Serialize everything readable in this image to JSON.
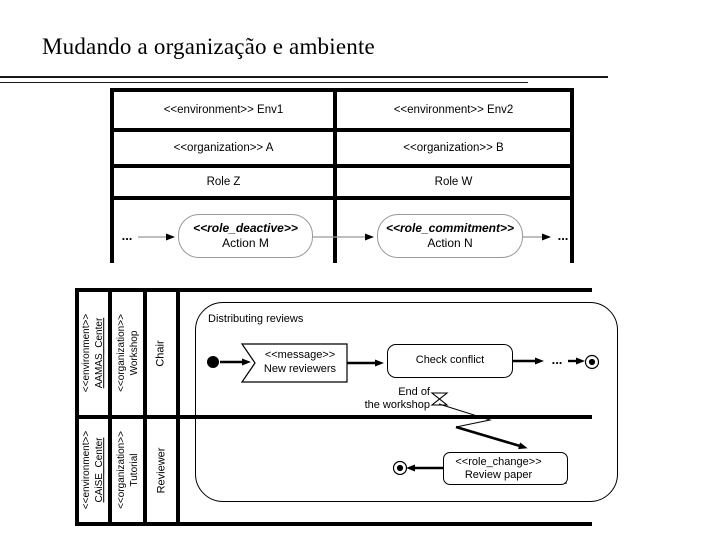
{
  "slide": {
    "title": "Mudando a organização e ambiente"
  },
  "colors": {
    "ink": "#000000",
    "action_node_border": "#999999"
  },
  "top_diagram": {
    "ellipsis_left": "...",
    "ellipsis_right": "...",
    "columns": [
      {
        "environment": "<<environment>> Env1",
        "organization": "<<organization>> A",
        "role": "Role Z",
        "action_stereotype": "<<role_deactive>>",
        "action_name": "Action M"
      },
      {
        "environment": "<<environment>> Env2",
        "organization": "<<organization>> B",
        "role": "Role W",
        "action_stereotype": "<<role_commitment>>",
        "action_name": "Action N"
      }
    ]
  },
  "activity": {
    "lanes": [
      {
        "environment_stereotype": "<<environment>>",
        "environment_name": "AAMAS_Center",
        "organization_stereotype": "<<organization>>",
        "organization_name": "Workshop",
        "role": "Chair"
      },
      {
        "environment_stereotype": "<<environment>>",
        "environment_name": "CAiSE_Center",
        "organization_stereotype": "<<organization>>",
        "organization_name": "Tutorial",
        "role": "Reviewer"
      }
    ],
    "frame_label": "Distributing reviews",
    "message_stereotype": "<<message>>",
    "message_name": "New reviewers",
    "action1": "Check conflict",
    "ellipsis": "...",
    "time_event_line1": "End of",
    "time_event_line2": "the workshop",
    "action2_stereotype": "<<role_change>>",
    "action2_name": "Review paper"
  }
}
